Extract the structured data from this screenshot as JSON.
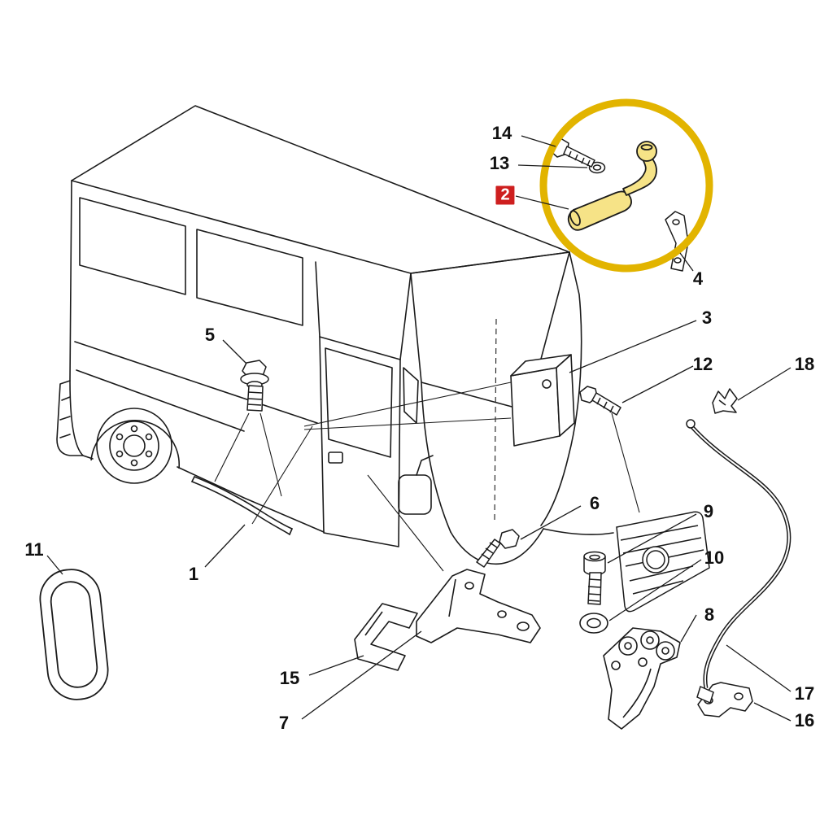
{
  "diagram": {
    "type": "exploded-parts-diagram",
    "callouts": [
      {
        "id": "1",
        "label": "1",
        "highlighted": false
      },
      {
        "id": "2",
        "label": "2",
        "highlighted": true
      },
      {
        "id": "3",
        "label": "3",
        "highlighted": false
      },
      {
        "id": "4",
        "label": "4",
        "highlighted": false
      },
      {
        "id": "5",
        "label": "5",
        "highlighted": false
      },
      {
        "id": "6",
        "label": "6",
        "highlighted": false
      },
      {
        "id": "7",
        "label": "7",
        "highlighted": false
      },
      {
        "id": "8",
        "label": "8",
        "highlighted": false
      },
      {
        "id": "9",
        "label": "9",
        "highlighted": false
      },
      {
        "id": "10",
        "label": "10",
        "highlighted": false
      },
      {
        "id": "11",
        "label": "11",
        "highlighted": false
      },
      {
        "id": "12",
        "label": "12",
        "highlighted": false
      },
      {
        "id": "13",
        "label": "13",
        "highlighted": false
      },
      {
        "id": "14",
        "label": "14",
        "highlighted": false
      },
      {
        "id": "15",
        "label": "15",
        "highlighted": false
      },
      {
        "id": "16",
        "label": "16",
        "highlighted": false
      },
      {
        "id": "17",
        "label": "17",
        "highlighted": false
      },
      {
        "id": "18",
        "label": "18",
        "highlighted": false
      }
    ],
    "highlight": {
      "part_id": "2",
      "circle_color": "#E2B400",
      "part_fill": "#F6E387",
      "label_background": "#CE1F1F",
      "label_text_color": "#FFFFFF"
    }
  },
  "colors": {
    "background": "#FFFFFF",
    "line": "#1B1B1B"
  }
}
